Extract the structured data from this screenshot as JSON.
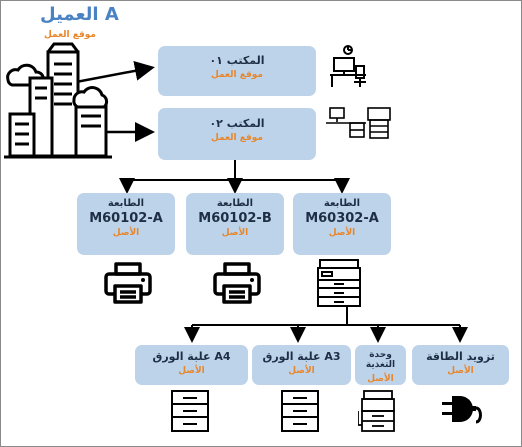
{
  "client": {
    "title": "العميل A",
    "subtitle": "موقع العمل"
  },
  "offices": [
    {
      "name": "المكتب ٠١",
      "sub": "موقع العمل"
    },
    {
      "name": "المكتب ٠٢",
      "sub": "موقع العمل"
    }
  ],
  "printers": [
    {
      "label": "الطابعة",
      "model": "M60102-A",
      "sub": "الأصل"
    },
    {
      "label": "الطابعة",
      "model": "M60102-B",
      "sub": "الأصل"
    },
    {
      "label": "الطابعة",
      "model": "M60302-A",
      "sub": "الأصل"
    }
  ],
  "components": [
    {
      "name": "علبة الورق A4",
      "sub": "الأصل"
    },
    {
      "name": "علبة الورق A3",
      "sub": "الأصل"
    },
    {
      "name": "وحدة التغذية",
      "sub": "الأصل"
    },
    {
      "name": "تزويد الطاقة",
      "sub": "الأصل"
    }
  ],
  "colors": {
    "box": "#bdd3ea",
    "accent": "#e8862b",
    "title": "#4a82c4"
  },
  "icons": [
    "building-icon",
    "cloud-icon",
    "desk-workstation-icon",
    "office-equipment-icon",
    "printer-icon",
    "multifunction-printer-icon",
    "paper-tray-icon",
    "feeder-unit-icon",
    "power-plug-icon"
  ]
}
